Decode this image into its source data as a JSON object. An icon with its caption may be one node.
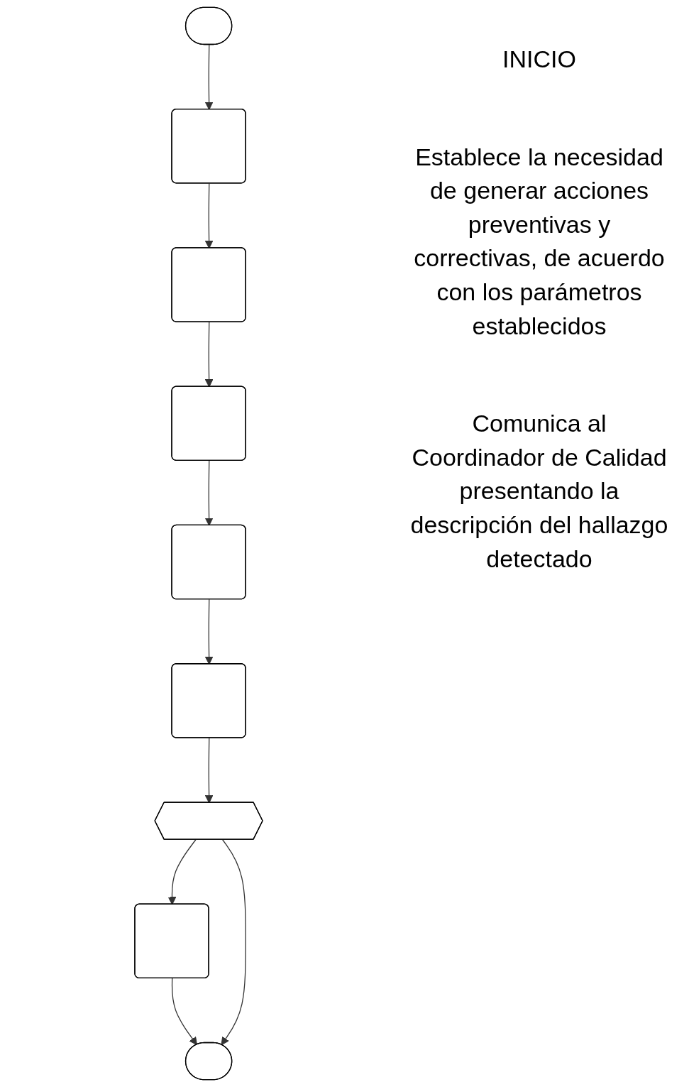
{
  "diagram": {
    "nodes": [
      {
        "text": [],
        "shape": "terminal"
      },
      {
        "text": [],
        "shape": "box"
      },
      {
        "text": [],
        "shape": "box"
      },
      {
        "text": [],
        "shape": "box"
      },
      {
        "text": [],
        "shape": "box"
      },
      {
        "text": [],
        "shape": "box"
      },
      {
        "text": [],
        "shape": "hexagon"
      },
      {
        "text": [],
        "shape": "box"
      },
      {
        "text": [],
        "shape": "terminal"
      }
    ],
    "edges": [
      {
        "from": 0,
        "to": 1,
        "arrow": "to"
      },
      {
        "from": 1,
        "to": 2,
        "arrow": "to"
      },
      {
        "from": 2,
        "to": 3,
        "arrow": "to"
      },
      {
        "from": 3,
        "to": 4,
        "arrow": "to"
      },
      {
        "from": 4,
        "to": 5,
        "arrow": "to"
      },
      {
        "from": 5,
        "to": 6,
        "arrow": "to"
      },
      {
        "from": 6,
        "to": 7,
        "arrow": "to"
      },
      {
        "from": 7,
        "to": 8,
        "arrow": "to"
      },
      {
        "from": 6,
        "to": 8,
        "arrow": "to"
      }
    ],
    "labels": [
      "INICIO",
      "Establece la necesidad de generar acciones preventivas y correctivas, de acuerdo con los parámetros establecidos",
      "Comunica al Coordinador de Calidad presentando la descripción del hallazgo detectado"
    ]
  }
}
